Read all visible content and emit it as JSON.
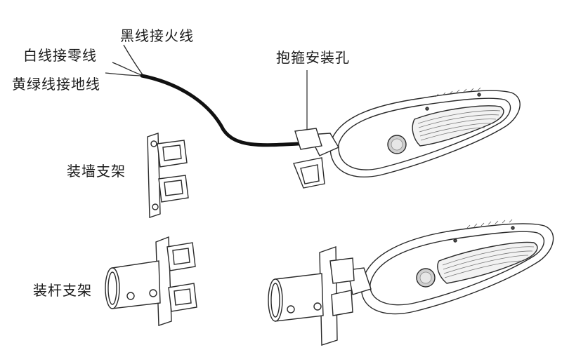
{
  "labels": {
    "black_wire": "黑线接火线",
    "white_wire": "白线接零线",
    "yellowgreen_wire": "黄绿线接地线",
    "hoop_mounting_hole": "抱箍安装孔",
    "wall_bracket": "装墙支架",
    "pole_bracket": "装杆支架"
  },
  "colors": {
    "line": "#2a2a2a",
    "cable": "#111111",
    "lens_fill": "#cfcfcf",
    "shadow": "#9a9a9a"
  }
}
